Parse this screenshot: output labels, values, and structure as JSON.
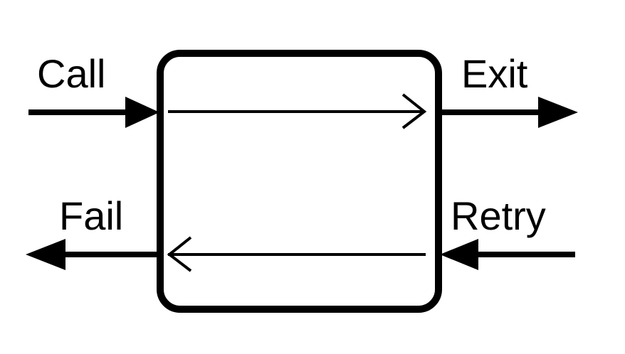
{
  "diagram": {
    "labels": {
      "call": "Call",
      "exit": "Exit",
      "fail": "Fail",
      "retry": "Retry"
    },
    "colors": {
      "stroke": "#000000",
      "background": "#ffffff"
    }
  }
}
